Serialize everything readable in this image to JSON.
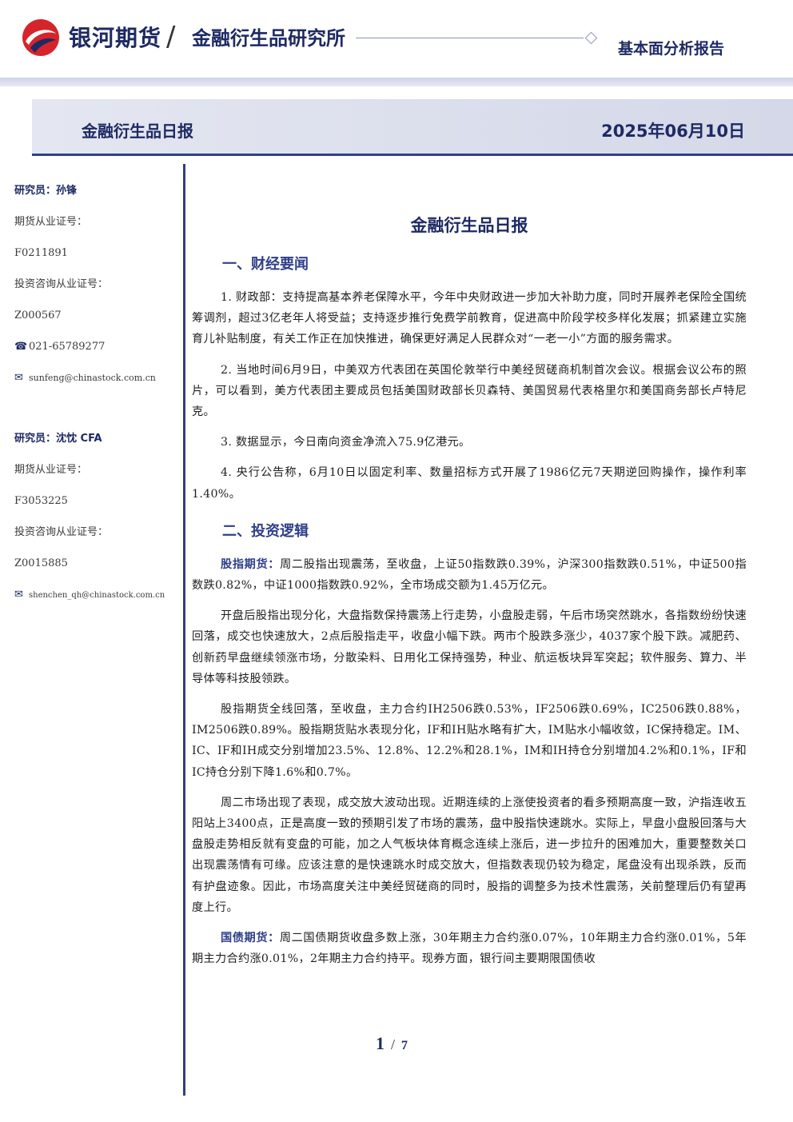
{
  "header": {
    "brand": "银河期货",
    "slash": "/",
    "institute": "金融衍生品研究所",
    "report_type": "基本面分析报告"
  },
  "banner": {
    "title": "金融衍生品日报",
    "date": "2025年06月10日"
  },
  "sidebar": {
    "r1_name": "研究员：孙锋",
    "r1_license_label": "期货从业证号：",
    "r1_license": "F0211891",
    "r1_consult_label": "投资咨询从业证号：",
    "r1_consult": "Z000567",
    "r1_phone": "021-65789277",
    "r1_email": "sunfeng@chinastock.com.cn",
    "r2_name": "研究员：沈忱 CFA",
    "r2_license_label": "期货从业证号：",
    "r2_license": "F3053225",
    "r2_consult_label": "投资咨询从业证号：",
    "r2_consult": "Z0015885",
    "r2_email": "shenchen_qh@chinastock.com.cn",
    "phone_icon": "☎",
    "mail_icon": "✉"
  },
  "doc": {
    "title": "金融衍生品日报",
    "s1": "一、财经要闻",
    "p1": "1. 财政部：支持提高基本养老保障水平，今年中央财政进一步加大补助力度，同时开展养老保险全国统筹调剂，超过3亿老年人将受益；支持逐步推行免费学前教育，促进高中阶段学校多样化发展；抓紧建立实施育儿补贴制度，有关工作正在加快推进，确保更好满足人民群众对“一老一小”方面的服务需求。",
    "p2": "2. 当地时间6月9日，中美双方代表团在英国伦敦举行中美经贸磋商机制首次会议。根据会议公布的照片，可以看到，美方代表团主要成员包括美国财政部长贝森特、美国贸易代表格里尔和美国商务部长卢特尼克。",
    "p3": "3. 数据显示，今日南向资金净流入75.9亿港元。",
    "p4": "4. 央行公告称，6月10日以固定利率、数量招标方式开展了1986亿元7天期逆回购操作，操作利率1.40%。",
    "s2": "二、投资逻辑",
    "l1": "股指期货：",
    "p5": "周二股指出现震荡，至收盘，上证50指数跌0.39%，沪深300指数跌0.51%，中证500指数跌0.82%，中证1000指数跌0.92%，全市场成交额为1.45万亿元。",
    "p6": "开盘后股指出现分化，大盘指数保持震荡上行走势，小盘股走弱，午后市场突然跳水，各指数纷纷快速回落，成交也快速放大，2点后股指走平，收盘小幅下跌。两市个股跌多涨少，4037家个股下跌。减肥药、创新药早盘继续领涨市场，分散染料、日用化工保持强势，种业、航运板块异军突起；软件服务、算力、半导体等科技股领跌。",
    "p7": "股指期货全线回落，至收盘，主力合约IH2506跌0.53%，IF2506跌0.69%，IC2506跌0.88%，IM2506跌0.89%。股指期货贴水表现分化，IF和IH贴水略有扩大，IM贴水小幅收敛，IC保持稳定。IM、IC、IF和IH成交分别增加23.5%、12.8%、12.2%和28.1%，IM和IH持仓分别增加4.2%和0.1%，IF和IC持仓分别下降1.6%和0.7%。",
    "p8": "周二市场出现了表现，成交放大波动出现。近期连续的上涨使投资者的看多预期高度一致，沪指连收五阳站上3400点，正是高度一致的预期引发了市场的震荡，盘中股指快速跳水。实际上，早盘小盘股回落与大盘股走势相反就有变盘的可能，加之人气板块体育概念连续上涨后，进一步拉升的困难加大，重要整数关口出现震荡情有可缘。应该注意的是快速跳水时成交放大，但指数表现仍较为稳定，尾盘没有出现杀跌，反而有护盘迹象。因此，市场高度关注中美经贸磋商的同时，股指的调整多为技术性震荡，关前整理后仍有望再度上行。",
    "l2": "国债期货：",
    "p9": "周二国债期货收盘多数上涨，30年期主力合约涨0.07%，10年期主力合约涨0.01%，5年期主力合约涨0.01%，2年期主力合约持平。现券方面，银行间主要期限国债收"
  },
  "pager": {
    "current": "1",
    "sep": "/",
    "total": "7"
  },
  "colors": {
    "brand": "#1e2a63",
    "accent": "#2f3f8a",
    "logo_red": "#d6242b"
  }
}
